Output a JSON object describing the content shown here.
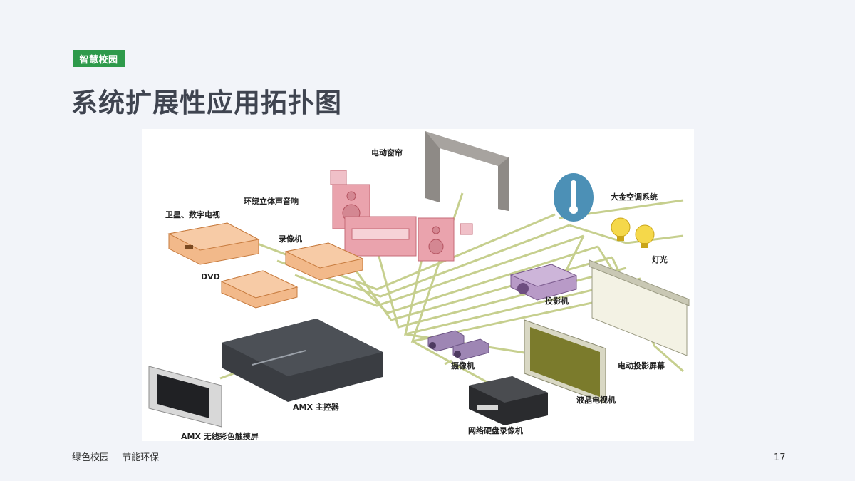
{
  "header": {
    "tag": "智慧校园",
    "title": "系统扩展性应用拓扑图"
  },
  "diagram": {
    "labels": {
      "curtain": "电动窗帘",
      "surround_audio": "环绕立体声音响",
      "satellite_tv": "卫星、数字电视",
      "vcr": "录像机",
      "dvd": "DVD",
      "aircon": "大金空调系统",
      "lights": "灯光",
      "projector": "投影机",
      "projection_screen": "电动投影屏幕",
      "camera": "摄像机",
      "lcd_tv": "液晶电视机",
      "amx_controller": "AMX 主控器",
      "nvr": "网络硬盘录像机",
      "amx_touchscreen": "AMX 无线彩色触摸屏"
    },
    "colors": {
      "bus_line": "#c6cf8e",
      "av_device": "#f2b98a",
      "audio": "#e8a0aa",
      "projector": "#b89ac7",
      "controller": "#3a3d42",
      "screen_bg": "#f3f2e4",
      "lcd": "#7b7b2c"
    }
  },
  "footer": {
    "left": "绿色校园 节能环保",
    "page_number": "17"
  }
}
